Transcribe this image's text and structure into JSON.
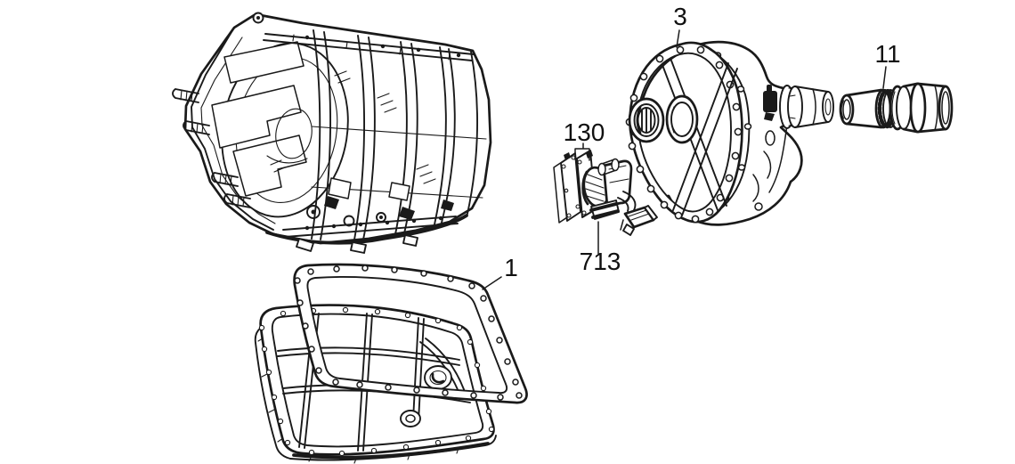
{
  "page": {
    "background_color": "#ffffff",
    "ink_color": "#1a1a1a"
  },
  "diagram": {
    "type": "exploded-parts-line-diagram",
    "description": "Automatic transmission case, oil pan with gasket, extension housing with gasket, rear bushing and park/neutral switch",
    "callouts": [
      {
        "part": "oil-pan-gasket",
        "label": "1"
      },
      {
        "part": "extension-housing-gasket",
        "label": "3"
      },
      {
        "part": "rear-seal-bushing",
        "label": "11"
      },
      {
        "part": "switch-gasket-plates",
        "label": "130"
      },
      {
        "part": "park-neutral-switch",
        "label": "713"
      }
    ]
  }
}
